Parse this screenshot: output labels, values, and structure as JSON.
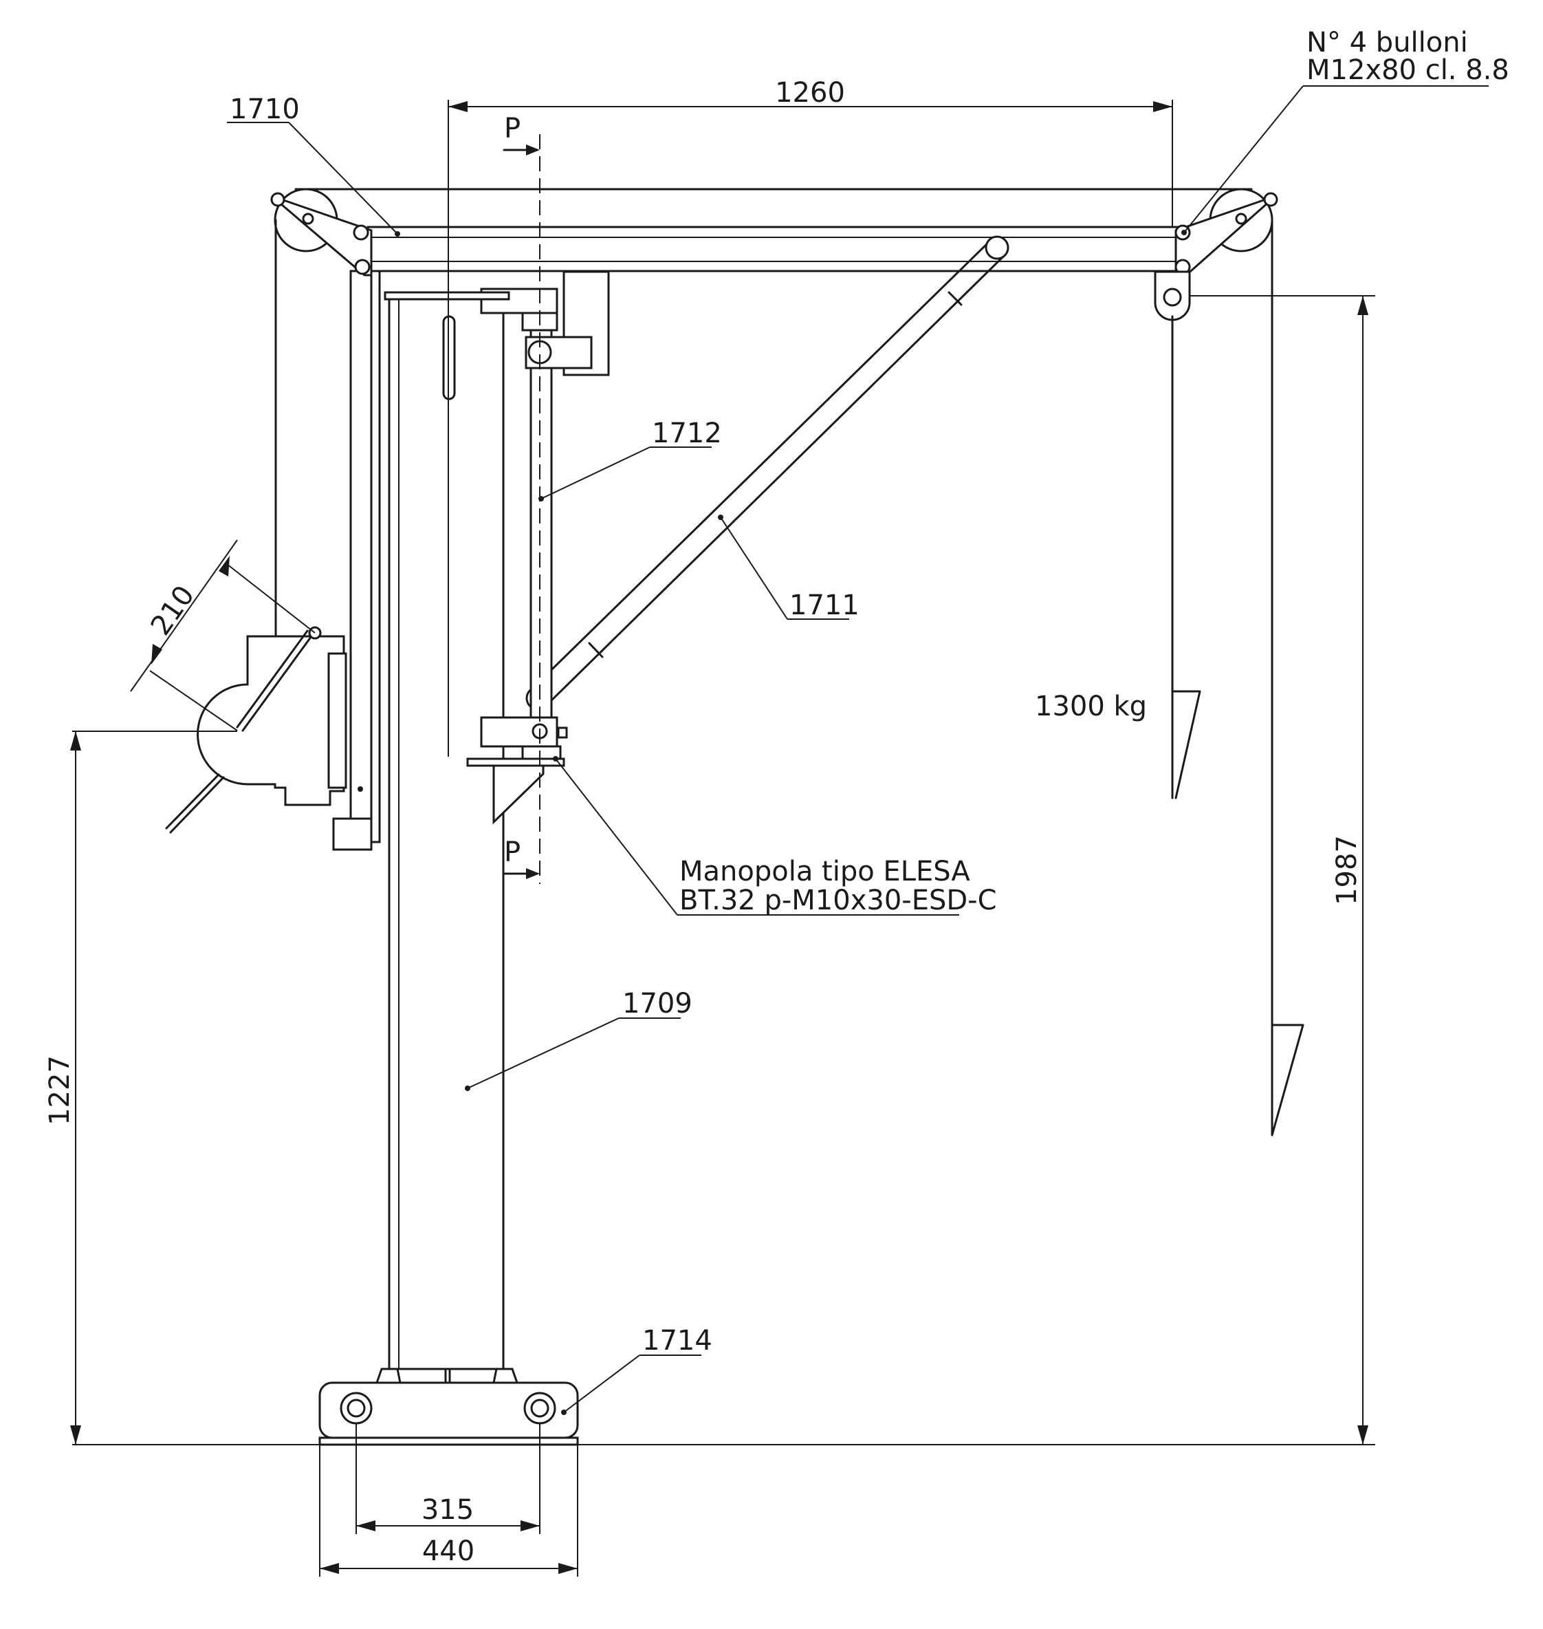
{
  "labels": {
    "part_1709": "1709",
    "part_1710": "1710",
    "part_1711": "1711",
    "part_1712": "1712",
    "part_1714": "1714",
    "section_mark_top": "P",
    "section_mark_bottom": "P",
    "load": "1300 kg",
    "bolts_line1": "N° 4 bulloni",
    "bolts_line2": "M12x80 cl. 8.8",
    "knob_line1": "Manopola tipo ELESA",
    "knob_line2": "BT.32 p-M10x30-ESD-C"
  },
  "dimensions": {
    "width_top": "1260",
    "height_total": "1987",
    "height_handle": "1227",
    "handle_length": "210",
    "base_holes": "315",
    "base_width": "440"
  }
}
